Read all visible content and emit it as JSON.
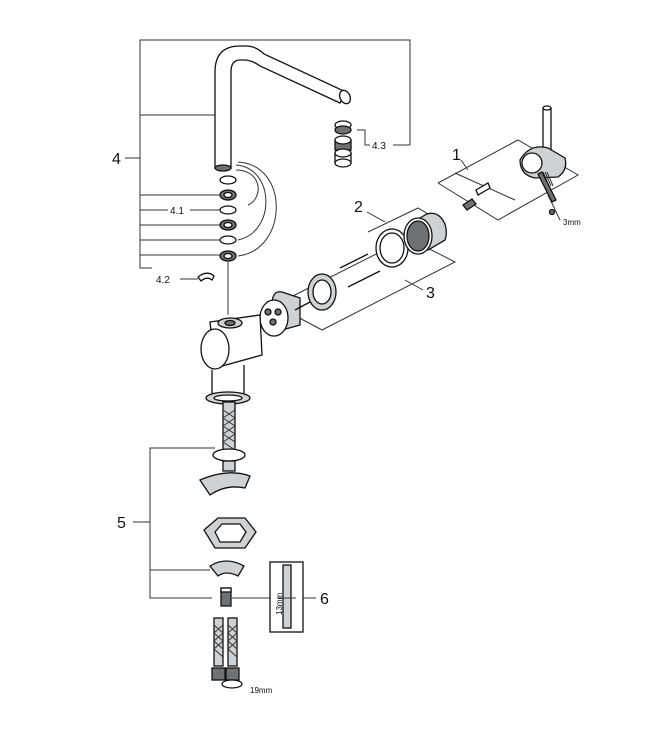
{
  "callouts": {
    "c1": "1",
    "c2": "2",
    "c3": "3",
    "c4": "4",
    "c4_1": "4.1",
    "c4_2": "4.2",
    "c4_3": "4.3",
    "c5": "5",
    "c6": "6"
  },
  "dimensions": {
    "hex_key": "3mm",
    "wrench_13": "13mm",
    "wrench_19": "19mm"
  }
}
